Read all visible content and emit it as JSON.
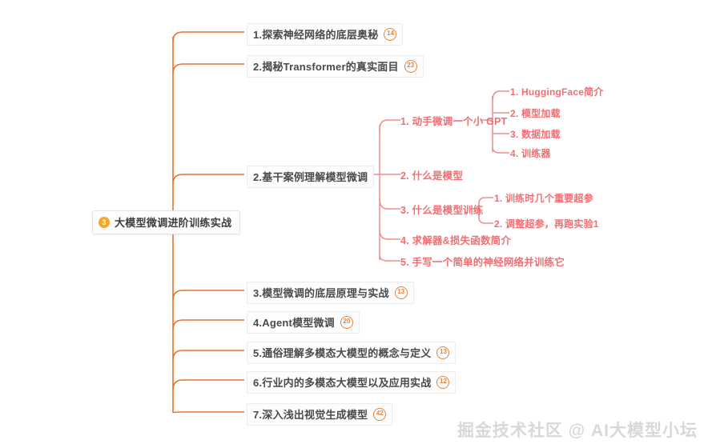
{
  "diagram": {
    "type": "mind-map",
    "colors": {
      "trunk": "#e1752e",
      "branch_primary": "#e1752e",
      "branch_secondary": "#f08b8d",
      "root_badge_bg": "#f5a623",
      "badge_ring": "#e8833a",
      "text_primary": "#4a4a4a",
      "text_secondary": "#ef6f72",
      "watermark": "#d8d8d8",
      "background": "#ffffff"
    }
  },
  "root": {
    "badge": "3",
    "label": "大模型微调进阶训练实战"
  },
  "branches": [
    {
      "num": "1.",
      "label": "探索神经网络的底层奥秘",
      "badge": "14",
      "children": []
    },
    {
      "num": "2.",
      "label": "揭秘Transformer的真实面目",
      "badge": "23",
      "children": []
    },
    {
      "num": "2.",
      "label": "基干案例理解模型微调",
      "badge": "",
      "children": [
        {
          "num": "1.",
          "label": "动手微调一个小 GPT",
          "children": [
            {
              "num": "1.",
              "label": "HuggingFace简介"
            },
            {
              "num": "2.",
              "label": "模型加载"
            },
            {
              "num": "3.",
              "label": "数据加载"
            },
            {
              "num": "4.",
              "label": "训练器"
            }
          ]
        },
        {
          "num": "2.",
          "label": "什么是模型",
          "children": []
        },
        {
          "num": "3.",
          "label": "什么是模型训练",
          "children": [
            {
              "num": "1.",
              "label": "训练时几个重要超参"
            },
            {
              "num": "2.",
              "label": "调整超参，再跑实验1"
            }
          ]
        },
        {
          "num": "4.",
          "label": "求解器&损失函数简介",
          "children": []
        },
        {
          "num": "5.",
          "label": "手写一个简单的神经网络并训练它",
          "children": []
        }
      ]
    },
    {
      "num": "3.",
      "label": "模型微调的底层原理与实战",
      "badge": "13",
      "children": []
    },
    {
      "num": "4.",
      "label": "Agent模型微调",
      "badge": "20",
      "children": []
    },
    {
      "num": "5.",
      "label": "通俗理解多模态大模型的概念与定义",
      "badge": "13",
      "children": []
    },
    {
      "num": "6.",
      "label": "行业内的多模态大模型以及应用实战",
      "badge": "12",
      "children": []
    },
    {
      "num": "7.",
      "label": "深入浅出视觉生成模型",
      "badge": "42",
      "children": []
    }
  ],
  "watermark": {
    "text": "掘金技术社区 @ AI大模型小坛"
  }
}
